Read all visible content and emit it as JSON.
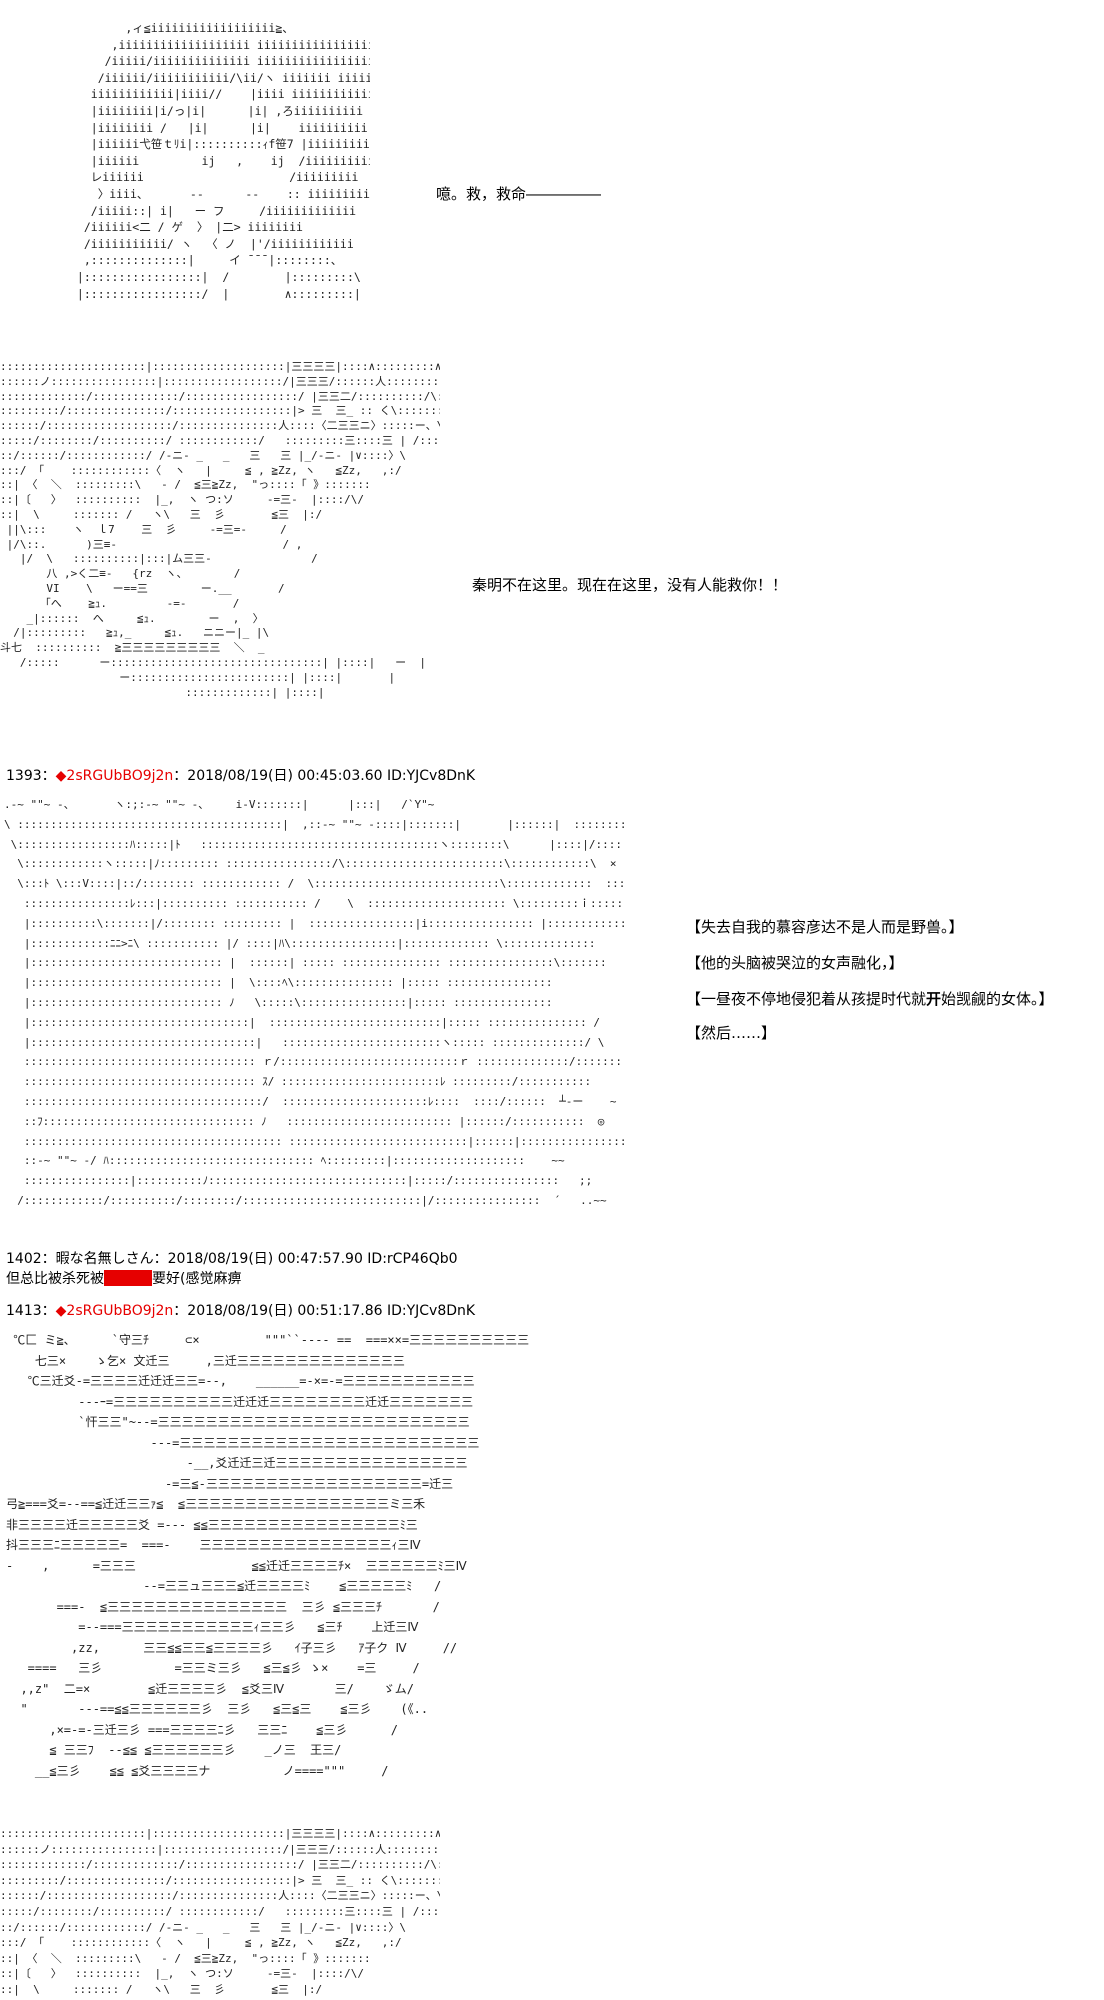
{
  "panels": [
    {
      "art_lines": [
        "        ,ィ≦iiiiiiiiiiiiiiiiii≧、",
        "      ,iiiiiiiiiiiiiiiiiii iiiiiiiiiiiiiiiiii、",
        "     /iiiii/iiiiiiiiiiiiii iiiiiiiiiiiiiiiii∧",
        "    /iiiiii/iiiiiiiiiii/\\ii/ヽ iiiiiii iiiiiii.",
        "   iiiiiiiiiiii|iiii//    |iiii iiiiiiiiiiii.",
        "   |iiiiiiii|i/っ|i|      |i| ,ろiiiiiiiiii",
        "   |iiiiiiii /   |i|      |i|    iiiiiiiiii",
        "   |iiiiii弋笹ｔﾘi|::::::::::ｨf笹7 |iiiiiiiii",
        "   |iiiiii         ij   ,    ij  /iiiiiiiiiii",
        "   レiiiiii                     /iiiiiiiii",
        "    〉iiii、      --      --    :: iiiiiiiii",
        "   /iiiii::| i|   ー フ     /iiiiiiiiiiiii",
        "  /iiiiii<二 / ゲ  〉 |二> iiiiiiii",
        "  /iiiiiiiiiii/ ヽ  〈 ノ  |'/iiiiiiiiiiii",
        "  ,::::::::::::::|     イ ̄ ̄ ̄ |::::::::、",
        " |:::::::::::::::::|  /        |:::::::::\\",
        " |:::::::::::::::::/  |        ∧:::::::::|"
      ],
      "speech": "噫。救，救命―――――"
    },
    {
      "art_lines": [
        "::::::::::::::::::::::|::::::::::::::::::::|三三三三|::::∧:::::::::∧:::::::\\",
        "::::::ノ::::::::::::::::|::::::::::::::::::/|三三三/::::::人:::::::::ノ:::::::::::\\",
        ":::::::::::::/:::::::::::::/:::::::::::::::::/ |三三二/::::::::::/\\::::::::/:::::",
        ":::::::::/:::::::::::::::/::::::::::::::::::|> 三  三_ :: く\\::::::::::::人",
        "::::::/:::::::::::::::::::/:::::::::::::::人::::〈二三三ニ〉:::::ー、\\:::::\\/",
        ":::::/::::::::/::::::::::/ ::::::::::::/   :::::::::三::::三 | /:::::::|V:::::\\",
        "::/::::::/::::::::::::/ /-ニ- _   _   三   三 |_/-ニ- |∨::::〉\\",
        ":::/ 「    ::::::::::::〈  ヽ   |     ≦ , ≧Zz, ヽ   ≦Zz,   ,:/",
        "::| 〈  ＼  :::::::::\\   ‐ /  ≦三≧Zz,  \"っ::::「 》:::::::",
        "::|〔   〉  ::::::::::  |_,  ヽ つ:ソ     -=三-  |::::/\\/",
        "::|  \\     ::::::: /   ヽ\\   三  彡       ≦三  |:/",
        " ||\\:::    ヽ  ｌ7    三  彡     -=三=-     /",
        " |/\\::.      )三≡-                         / ,",
        "   |/  \\   ::::::::::|:::|ム三三-               /",
        "       八 ,>く二≡-   {rz  ヽ、       /",
        "       VI    \\   ー==三        ー.__       /",
        "      「へ    ≧ｭ.         -=-       /",
        "    _|::::::  へ     ≦ｭ.        ー  ,  〉",
        "  /|:::::::::   ≧ｭ,_     ≦ｭ.   ニニー|_ |\\",
        "斗七  ::::::::::  ≧三三三三三三三三三  ＼  _",
        "   /:::::      ー::::::::::::::::::::::::::::::::| |::::|   ー  |",
        "                  ー::::::::::::::::::::::::| |::::|       |",
        "                            :::::::::::::| |::::|"
      ],
      "speech": "秦明不在这里。现在在这里，没有人能救你！！"
    },
    {
      "post_header": {
        "number": "1393：",
        "diamond": "◆",
        "trip": "2sRGUbBO9j2n",
        "meta": "：2018/08/19(日) 00:45:03.60 ID:YJCv8DnK"
      },
      "art_lines": [
        ".-~ \"\"~ -、      ヽ:;:-~ \"\"~ -、    i-V:::::::|      |:::|   /`Y\"~",
        "\\ ::::::::::::::::::::::::::::::::::::::::|  ,::-~ \"\"~ -::::|:::::::|       |::::::|  ::::::::::::::::",
        " \\:::::::::::::::::ﾊ:::::|ﾄ   ::::::::::::::::::::::::::::::::::::ヽ::::::::\\      |::::|/::::::::::::::",
        "  \\::::::::::::ヽ:::::|ﾉ::::::::: ::::::::::::::::/\\::::::::::::::::::::::::\\::::::::::::\\  ×  |:::::::::::::::::",
        "  \\:::ﾄ \\:::V::::|::/:::::::: :::::::::::: /  \\::::::::::::::::::::::::::::\\:::::::::::::  ::::::::::::::",
        "   ::::::::::::::::ﾚ:::|:::::::::: ::::::::::: /    \\  ::::::::::::::::::::: \\:::::::::ｉ::::::::::::::",
        "   |::::::::::\\:::::::|/:::::::: ::::::::: |  ::::::::::::::::|i:::::::::::::::: |::::::::::::\\:::::::::::",
        "   |::::::::::::ﾆﾆ>ﾆ\\ ::::::::::: |/ ::::|ﾊ\\::::::::::::::::|::::::::::::: \\::::::::::::::",
        "   |::::::::::::::::::::::::::::: |  ::::::| ::::: ::::::::::::::: ::::::::::::::::\\:::::::",
        "   |::::::::::::::::::::::::::::: |  \\::::ﾍ\\::::::::::::::: |::::: ::::::::::::::::",
        "   |::::::::::::::::::::::::::::: ﾉ   \\:::::\\::::::::::::::::|::::: :::::::::::::::",
        "   |:::::::::::::::::::::::::::::::::|  ::::::::::::::::::::::::::|::::: ::::::::::::::: /",
        "   |::::::::::::::::::::::::::::::::::|   ::::::::::::::::::::::::ヽ::::: ::::::::::::::/ \\",
        "   ::::::::::::::::::::::::::::::::::: ｒ/:::::::::::::::::::::::::::ｒ ::::::::::::::/:::::::",
        "   ::::::::::::::::::::::::::::::::::: ｽ/ ::::::::::::::::::::::::ﾚ :::::::::/:::::::::::",
        "   ::::::::::::::::::::::::::::::::::::/  ::::::::::::::::::::::ﾚ::::  ::::/::::::  ┴-ー    ~",
        "   ::ﾌ:::::::::::::::::::::::::::::::: ﾉ   ::::::::::::::::::::::::: |::::::/:::::::::::  ◎",
        "   ::::::::::::::::::::::::::::::::::::::: :::::::::::::::::::::::::::|::::::|::::::::::::::::",
        "   ::-~ \"\"~ -/ ﾊ::::::::::::::::::::::::::::::: ﾍ:::::::::|::::::::::::::::::::    ~~",
        "   ::::::::::::::::|::::::::::ﾉ::::::::::::::::::::::::::::::|:::::/::::::::::::::::   ;;",
        "  /::::::::::::/::::::::::/::::::::/:::::::::::::::::::::::::::|/::::::::::::::::  ´   ..~~"
      ],
      "narration": [
        "【失去自我的慕容彦达不是人而是野兽。】",
        "【他的头脑被哭泣的女声融化，】",
        "【一昼夜不停地侵犯着从孩提时代就",
        "开",
        "始觊觎的女体。】",
        "【然后……】"
      ]
    },
    {
      "post_header": {
        "number": "1402：",
        "name": "暇な名無しさん",
        "meta": "：2018/08/19(日) 00:47:57.90 ID:rCP46Qb0"
      },
      "body_before": "但总比被杀死被",
      "body_after": "要好(感觉麻痹"
    },
    {
      "post_header": {
        "number": "1413：",
        "diamond": "◆",
        "trip": "2sRGUbBO9j2n",
        "meta": "：2018/08/19(日) 00:51:17.86 ID:YJCv8DnK"
      },
      "art_lines": [
        " ℃匚 ミ≧、     `守三ﾁ     ⊂×         \"\"\"``---- ==  ===××=三三三三三三三三三三",
        "    七三×    ゝ乞× 文迁三     ,三迁三三三三三三三三三三三三三三",
        "   ℃三迁爻-=三三三三迁迁迁三三=--,    ______=-×=-=三三三三三三三三三三三",
        "          ---ｰ=三三三三三三三三三三迁迁迁三三三三三三三三迁迁三三三三三三三",
        "          `忓三三\"~--=三三三三三三三三三三三三三三三三三三三三三三三三三三",
        "                    ---=三三三三三三三三三三三三三三三三三三三三三三三三三",
        "                         -__,爻迁迁三迁三三三三三三三三三三三三三三三三",
        "                      -=三≦-三三三三三三三三三三三三三三三三三三=迁三",
        "弓≧===爻=--==≦迁迁三三ｧ≦  ≦三三三三三三三三三三三三三三三三三ミ三禾",
        "非三三三三迁三三三三三爻 =--- ≦≦三三三三三三三三三三三三三三三三ﾐ三",
        "抖三三三ﾆ三三三三三=  ===-    三三三三三三三三三三三三三三三三ｨ三Ⅳ",
        "-    ,      =三三三                ≦≦迁迁三三三三ﾁ×  三三三三三三ﾐ三Ⅳ",
        "                   --=三三ュ三三三≦迁三三三三ﾐ    ≦三三三三三ﾐ   /",
        "       ===-  ≦三三三三三三三三三三三三三三三  三彡 ≦三三三ﾁ       /",
        "          =--===三三三三三三三三三三三ｨ三三彡   ≦三ﾁ    上迁三Ⅳ",
        "         ,zz,      三三≦≦三三≦三三三三彡   ｲ子三彡   ｱ子ク Ⅳ     //",
        "   ====   三彡          =三三ミ三彡   ≦三≦彡 ゝ×    =三     /",
        "  ,,z\"  二=×        ≦迁三三三三彡  ≦爻三Ⅳ       三/    ゞム/",
        "  \"       ---==≦≦三三三三三三彡  三彡   ≦三≦三    ≦三彡    (《..",
        "      ,×=-=-三迁三彡 ===三三三三ﾆ彡   三三ﾆ    ≦三彡      /",
        "      ≦ 三三ﾌ  --≦≦ ≦三三三三三三彡    _ノ三  王三/",
        "    __≦三彡    ≦≦ ≦爻三三三三ナ          ノ====\"\"\"     /"
      ]
    },
    {
      "art_lines": [
        "::::::::::::::::::::::|::::::::::::::::::::|三三三三|::::∧:::::::::∧:::::::\\",
        "::::::ノ::::::::::::::::|::::::::::::::::::/|三三三/::::::人:::::::::ノ:::::::::::\\",
        ":::::::::::::/:::::::::::::/:::::::::::::::::/ |三三二/::::::::::/\\::::::::/:::::",
        ":::::::::/:::::::::::::::/::::::::::::::::::|> 三  三_ :: く\\::::::::::::人",
        "::::::/:::::::::::::::::::/:::::::::::::::人::::〈二三三ニ〉:::::ー、\\:::::\\/",
        ":::::/::::::::/::::::::::/ ::::::::::::/   :::::::::三::::三 | /:::::::|V:::::\\",
        "::/::::::/::::::::::::/ /-ニ- _   _   三   三 |_/-ニ- |∨::::〉\\",
        ":::/ 「    ::::::::::::〈  ヽ   |     ≦ , ≧Zz, ヽ   ≦Zz,   ,:/",
        "::| 〈  ＼  :::::::::\\   ‐ /  ≦三≧Zz,  \"っ::::「 》:::::::",
        "::|〔   〉  ::::::::::  |_,  ヽ つ:ソ     -=三-  |::::/\\/",
        "::|  \\     ::::::: /   ヽ\\   三  彡       ≦三  |:/"
      ]
    }
  ]
}
